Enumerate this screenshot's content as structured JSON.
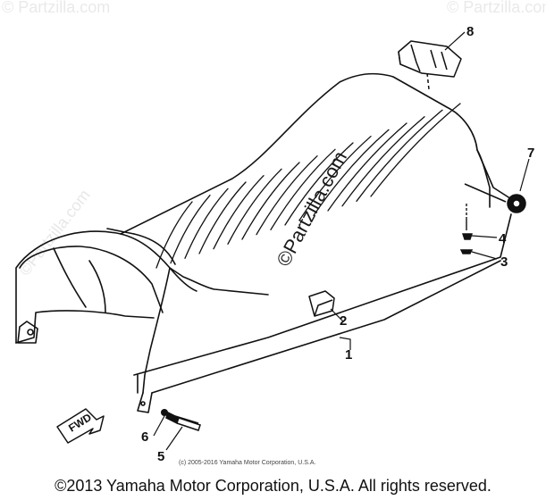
{
  "diagram": {
    "callouts": {
      "c1": "1",
      "c2": "2",
      "c3": "3",
      "c4": "4",
      "c5": "5",
      "c6": "6",
      "c7": "7",
      "c8": "8"
    },
    "fwd_label": "FWD",
    "watermark": "©Partzilla.com",
    "watermark_small": "© Partzilla.com",
    "small_copyright": "(c) 2005-2016 Yamaha Motor Corporation, U.S.A."
  },
  "footer": {
    "copyright": "©2013 Yamaha Motor Corporation, U.S.A. All rights reserved."
  }
}
